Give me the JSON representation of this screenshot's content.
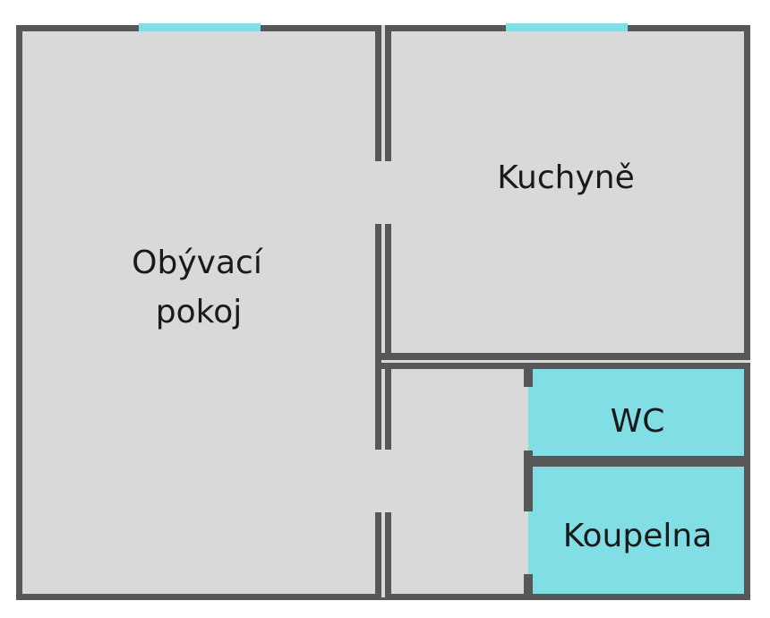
{
  "colors": {
    "wall": "#575757",
    "floor": "#d9d9d9",
    "wet_room": "#80dee4",
    "window": "#80dee4",
    "text": "#1a1a1a"
  },
  "rooms": {
    "living_room": {
      "line1": "Obývací",
      "line2": "pokoj"
    },
    "kitchen": {
      "label": "Kuchyně"
    },
    "wc": {
      "label": "WC"
    },
    "bathroom": {
      "label": "Koupelna"
    }
  }
}
